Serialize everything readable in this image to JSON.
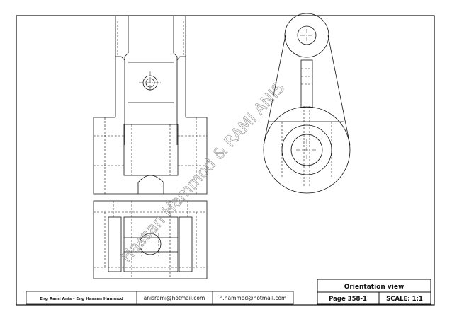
{
  "title_block": {
    "title": "Orientation view",
    "page": "Page 358-1",
    "scale": "SCALE: 1:1"
  },
  "author_block": {
    "authors": "Eng Rami Anis - Eng Hassan Hammod",
    "email_1": "anisrami@hotmail.com",
    "email_2": "h.hammod@hotmail.com"
  },
  "watermark": "Hassan Hammod & RAMI ANIS",
  "colors": {
    "line": "#111111",
    "watermark": "#9a9a9a"
  }
}
